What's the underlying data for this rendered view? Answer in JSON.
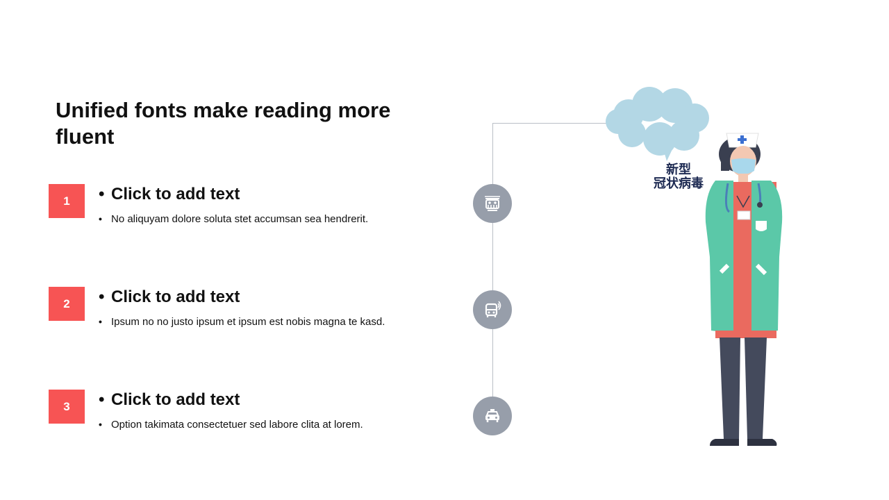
{
  "title": "Unified fonts make reading more fluent",
  "items": [
    {
      "number": "1",
      "heading": "Click to add text",
      "description": "No aliquyam dolore soluta stet accumsan sea hendrerit.",
      "icon": "train-icon"
    },
    {
      "number": "2",
      "heading": "Click to add text",
      "description": "Ipsum no no justo ipsum et ipsum est nobis magna te kasd.",
      "icon": "bus-icon"
    },
    {
      "number": "3",
      "heading": "Click to add text",
      "description": "Option takimata consectetuer sed labore clita at lorem.",
      "icon": "taxi-icon"
    }
  ],
  "illustration": {
    "bubble_text_line1": "新型",
    "bubble_text_line2": "冠状病毒"
  },
  "colors": {
    "accent": "#f75454",
    "icon_circle": "#979eaa",
    "bubble": "#b3d7e5",
    "coat": "#5bc8a8",
    "scrubs": "#ea6a5f",
    "pants": "#444a5c"
  }
}
